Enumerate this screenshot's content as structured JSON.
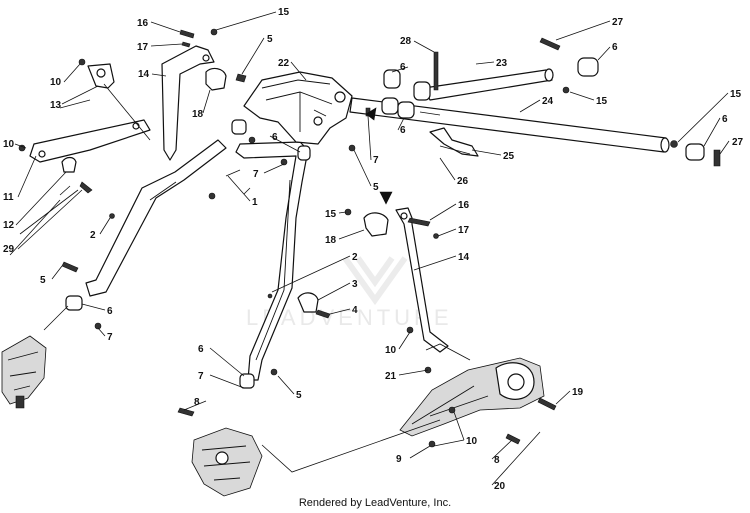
{
  "watermark": "LEADVENTURE",
  "footer": "Rendered by LeadVenture, Inc.",
  "callouts": [
    {
      "id": "c16a",
      "label": "16"
    },
    {
      "id": "c17a",
      "label": "17"
    },
    {
      "id": "c15a",
      "label": "15"
    },
    {
      "id": "c5a",
      "label": "5"
    },
    {
      "id": "c10a",
      "label": "10"
    },
    {
      "id": "c14a",
      "label": "14"
    },
    {
      "id": "c13",
      "label": "13"
    },
    {
      "id": "c18a",
      "label": "18"
    },
    {
      "id": "c22",
      "label": "22"
    },
    {
      "id": "c28",
      "label": "28"
    },
    {
      "id": "c6a",
      "label": "6"
    },
    {
      "id": "c23",
      "label": "23"
    },
    {
      "id": "c27a",
      "label": "27"
    },
    {
      "id": "c6b",
      "label": "6"
    },
    {
      "id": "c15b",
      "label": "15"
    },
    {
      "id": "c24",
      "label": "24"
    },
    {
      "id": "c15c",
      "label": "15"
    },
    {
      "id": "c6c",
      "label": "6"
    },
    {
      "id": "c27b",
      "label": "27"
    },
    {
      "id": "c6d",
      "label": "6"
    },
    {
      "id": "c7a",
      "label": "7"
    },
    {
      "id": "c25",
      "label": "25"
    },
    {
      "id": "c26",
      "label": "26"
    },
    {
      "id": "c10b",
      "label": "10"
    },
    {
      "id": "c11",
      "label": "11"
    },
    {
      "id": "c12",
      "label": "12"
    },
    {
      "id": "c29",
      "label": "29"
    },
    {
      "id": "c6e",
      "label": "6"
    },
    {
      "id": "c7b",
      "label": "7"
    },
    {
      "id": "c5b",
      "label": "5"
    },
    {
      "id": "c1",
      "label": "1"
    },
    {
      "id": "c2a",
      "label": "2"
    },
    {
      "id": "c15d",
      "label": "15"
    },
    {
      "id": "c16b",
      "label": "16"
    },
    {
      "id": "c17b",
      "label": "17"
    },
    {
      "id": "c18b",
      "label": "18"
    },
    {
      "id": "c14b",
      "label": "14"
    },
    {
      "id": "c5c",
      "label": "5"
    },
    {
      "id": "c6f",
      "label": "6"
    },
    {
      "id": "c7c",
      "label": "7"
    },
    {
      "id": "c2b",
      "label": "2"
    },
    {
      "id": "c3",
      "label": "3"
    },
    {
      "id": "c4",
      "label": "4"
    },
    {
      "id": "c10c",
      "label": "10"
    },
    {
      "id": "c21",
      "label": "21"
    },
    {
      "id": "c19",
      "label": "19"
    },
    {
      "id": "c6g",
      "label": "6"
    },
    {
      "id": "c7d",
      "label": "7"
    },
    {
      "id": "c8a",
      "label": "8"
    },
    {
      "id": "c5d",
      "label": "5"
    },
    {
      "id": "c10d",
      "label": "10"
    },
    {
      "id": "c9",
      "label": "9"
    },
    {
      "id": "c8b",
      "label": "8"
    },
    {
      "id": "c20",
      "label": "20"
    }
  ]
}
